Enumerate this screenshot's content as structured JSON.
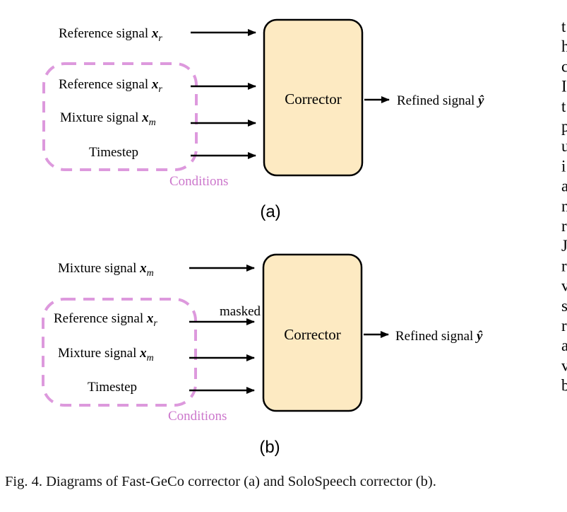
{
  "diagram_a": {
    "top_input": {
      "label": "Reference signal ",
      "var": "x",
      "sub": "r"
    },
    "conditions": [
      {
        "label": "Reference signal ",
        "var": "x",
        "sub": "r"
      },
      {
        "label": "Mixture signal ",
        "var": "x",
        "sub": "m"
      },
      {
        "label": "Timestep",
        "var": "",
        "sub": ""
      }
    ],
    "conditions_label": "Conditions",
    "box_label": "Corrector",
    "output": {
      "label": "Refined signal ",
      "var": "ŷ"
    },
    "panel_label": "(a)"
  },
  "diagram_b": {
    "top_input": {
      "label": "Mixture signal ",
      "var": "x",
      "sub": "m"
    },
    "conditions": [
      {
        "label": "Reference signal ",
        "var": "x",
        "sub": "r"
      },
      {
        "label": "Mixture signal ",
        "var": "x",
        "sub": "m"
      },
      {
        "label": "Timestep",
        "var": "",
        "sub": ""
      }
    ],
    "masked_label": "masked",
    "conditions_label": "Conditions",
    "box_label": "Corrector",
    "output": {
      "label": "Refined signal ",
      "var": "ŷ"
    },
    "panel_label": "(b)"
  },
  "caption": "Fig. 4.  Diagrams of Fast-GeCo corrector (a) and SoloSpeech corrector (b).",
  "adjacent_column_chars": [
    "t",
    "h",
    "c",
    "I",
    "t",
    "p",
    "u",
    "i",
    "a",
    "n",
    "r",
    "J",
    "r",
    "v",
    "s",
    "r",
    "a",
    "v",
    "b"
  ],
  "colors": {
    "box_fill": "#fdeac2",
    "conditions_dash": "#dd99dd",
    "conditions_text": "#cc77cc"
  }
}
